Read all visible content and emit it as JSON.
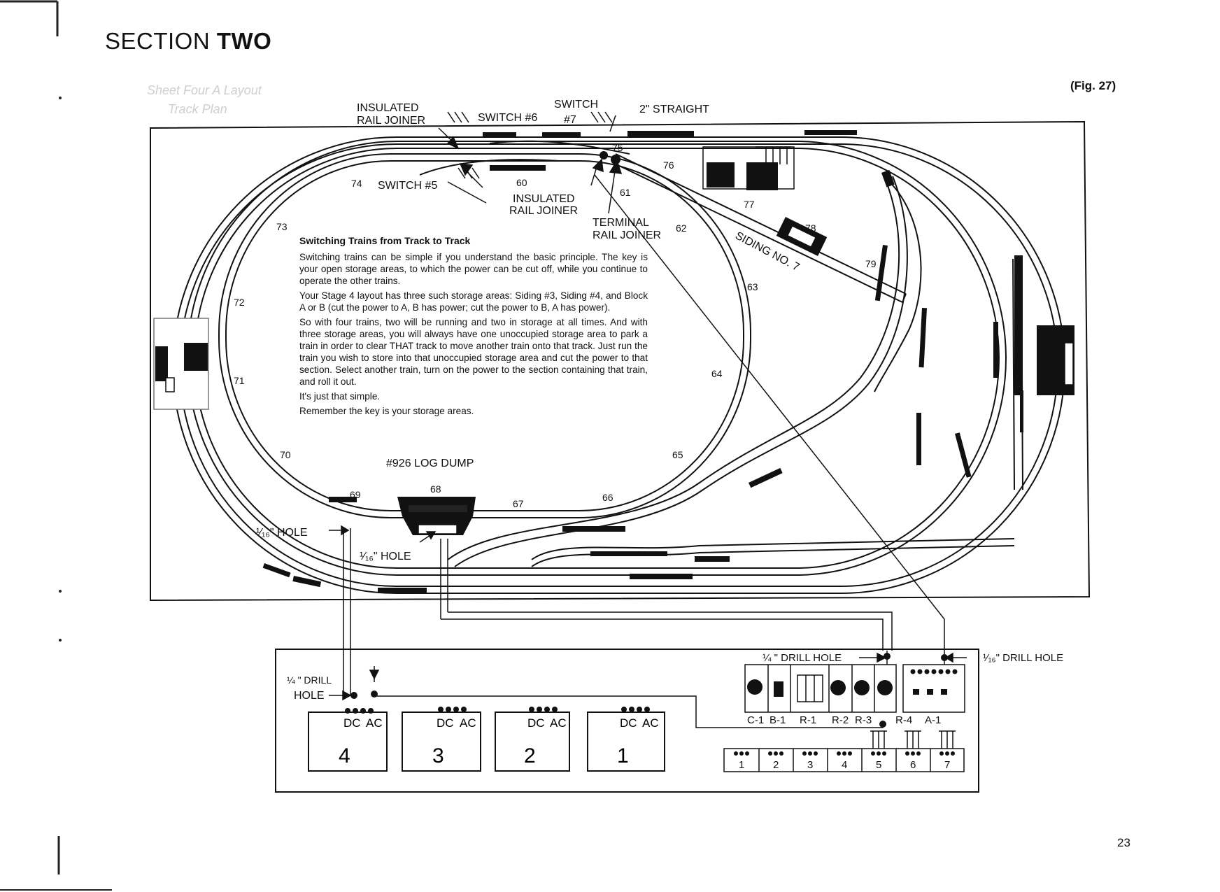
{
  "header": {
    "section_word": "SECTION",
    "section_number": "TWO",
    "figure_ref": "(Fig. 27)"
  },
  "page_number": "23",
  "faint_stamp": [
    "Sheet Four A Layout",
    "Track Plan"
  ],
  "text_block": {
    "title": "Switching Trains from Track to Track",
    "paragraphs": [
      "Switching trains can be simple if you understand the basic principle. The key is your open storage areas, to which the power can be cut off, while you continue to operate the other trains.",
      "Your Stage 4 layout has three such storage areas: Siding #3, Siding #4, and Block A or B (cut the power to A, B has power; cut the power to B, A has power).",
      "So with four trains, two will be running and two in storage at all times. And with three storage areas, you will always have one unoccupied storage area to park a train in order to clear THAT track to move another train onto that track. Just run the train you wish to store into that unoccupied storage area and cut the power to that section. Select another train, turn on the power to the section containing that train, and roll it out.",
      "It's just that simple.",
      "Remember the key is your storage areas."
    ]
  },
  "labels": {
    "insulated_rail_joiner_top_1": "INSULATED",
    "insulated_rail_joiner_top_2": "RAIL JOINER",
    "switch6": "SWITCH #6",
    "switch7_1": "SWITCH",
    "switch7_2": "#7",
    "straight": "2\" STRAIGHT",
    "switch5": "SWITCH #5",
    "insulated_rail_joiner_mid_1": "INSULATED",
    "insulated_rail_joiner_mid_2": "RAIL JOINER",
    "terminal_rail_joiner_1": "TERMINAL",
    "terminal_rail_joiner_2": "RAIL JOINER",
    "siding": "SIDING NO. 7",
    "log_dump": "#926 LOG DUMP",
    "hole_a": "¹⁄₁₆\" HOLE",
    "hole_b": "¹⁄₁₆\" HOLE",
    "drill_hole_left_1": "¼ \" DRILL",
    "drill_hole_left_2": "HOLE",
    "drill_hole_center": "¼ \" DRILL HOLE",
    "drill_hole_right": "¹⁄₁₆\" DRILL HOLE"
  },
  "track_numbers": [
    "60",
    "61",
    "62",
    "63",
    "64",
    "65",
    "66",
    "67",
    "68",
    "69",
    "70",
    "71",
    "72",
    "73",
    "74",
    "75",
    "76",
    "77",
    "78",
    "79"
  ],
  "control_panel": {
    "transformers": [
      {
        "dc": "DC",
        "ac": "AC",
        "number": "4"
      },
      {
        "dc": "DC",
        "ac": "AC",
        "number": "3"
      },
      {
        "dc": "DC",
        "ac": "AC",
        "number": "2"
      },
      {
        "dc": "DC",
        "ac": "AC",
        "number": "1"
      }
    ],
    "block_controls": [
      "C-1",
      "B-1",
      "R-1",
      "R-2",
      "R-3",
      "R-4",
      "A-1"
    ],
    "switch_controllers": [
      "1",
      "2",
      "3",
      "4",
      "5",
      "6",
      "7"
    ]
  }
}
